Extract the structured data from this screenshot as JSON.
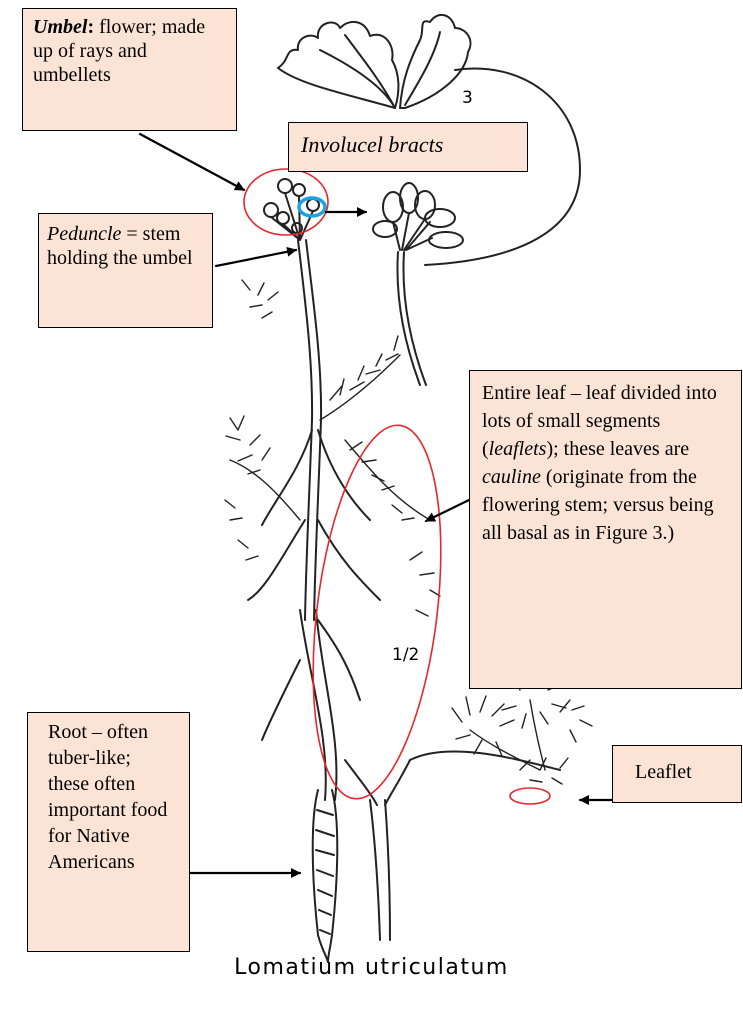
{
  "labels": {
    "umbel": {
      "term": "Umbel",
      "colon": ":",
      "text1": " flower; made up of  rays and umbellets"
    },
    "involucel": "Involucel bracts",
    "peduncle": {
      "term": "Peduncle",
      "text": " = stem holding the umbel"
    },
    "leaf": {
      "t1": "Entire leaf – leaf divided into lots of small segments (",
      "i1": "leaflets",
      "t2": "); these leaves are ",
      "i2": "cauline",
      "t3": " (originate from the flowering stem; versus being all basal as in Figure 3.)"
    },
    "root": "Root – often tuber-like; these often important food for Native Americans",
    "leaflet": "Leaflet"
  },
  "figure_marks": {
    "detail_number": "3",
    "scale": "1/2"
  },
  "caption": "Lomatium utriculatum",
  "colors": {
    "box_fill": "#fbe4d5",
    "highlight_red": "#e8262b",
    "highlight_blue": "#1aa3e0"
  }
}
